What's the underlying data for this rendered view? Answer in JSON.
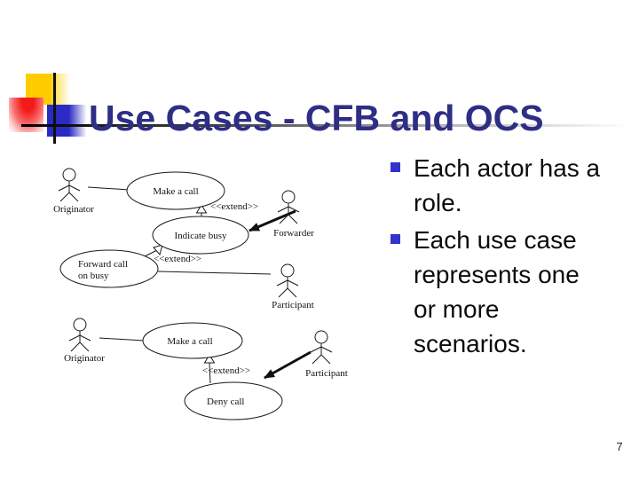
{
  "slide": {
    "title": "Use Cases - CFB and OCS",
    "page_number": "7"
  },
  "bullets": [
    {
      "lines": [
        "Each actor has a",
        "role."
      ]
    },
    {
      "lines": [
        "Each use case",
        "represents one",
        "or more",
        "scenarios."
      ]
    }
  ],
  "diagram_top": {
    "actor_originator": "Originator",
    "actor_forwarder": "Forwarder",
    "actor_participant": "Participant",
    "usecase_make_a_call": "Make a call",
    "usecase_indicate_busy": "Indicate busy",
    "usecase_forward_call_line1": "Forward call",
    "usecase_forward_call_line2": "on busy",
    "extend_label_1": "<<extend>>",
    "extend_label_2": "<<extend>>"
  },
  "diagram_bottom": {
    "actor_originator": "Originator",
    "actor_participant": "Participant",
    "usecase_make_a_call": "Make a call",
    "usecase_deny_call": "Deny call",
    "extend_label": "<<extend>>"
  },
  "colors": {
    "accent": "#3333cc",
    "title_text": "#2e2e85",
    "deco_yellow": "#ffcc00",
    "deco_red": "#f31a1a",
    "deco_blue": "#2a2ac4",
    "diagram_ink": "#1a1a1a"
  }
}
